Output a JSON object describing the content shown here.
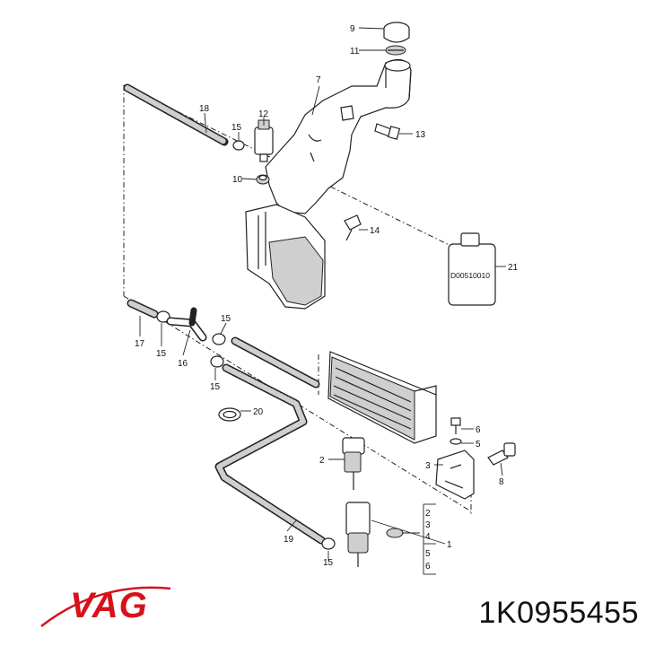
{
  "callouts": {
    "c1": "1",
    "c2": "2",
    "c3": "3",
    "c4": "4",
    "c5": "5",
    "c6": "6",
    "c7": "7",
    "c8": "8",
    "c9": "9",
    "c10": "10",
    "c11": "11",
    "c12": "12",
    "c13": "13",
    "c14": "14",
    "c15": "15",
    "c16": "16",
    "c17": "17",
    "c18": "18",
    "c19": "19",
    "c20": "20",
    "c21": "21"
  },
  "bracket_group": [
    "2",
    "3",
    "4",
    "5",
    "6"
  ],
  "bottle_label": "D00510010",
  "brand": {
    "logo_text": "VAG",
    "color": "#d6111c"
  },
  "part_number": "1K0955455"
}
